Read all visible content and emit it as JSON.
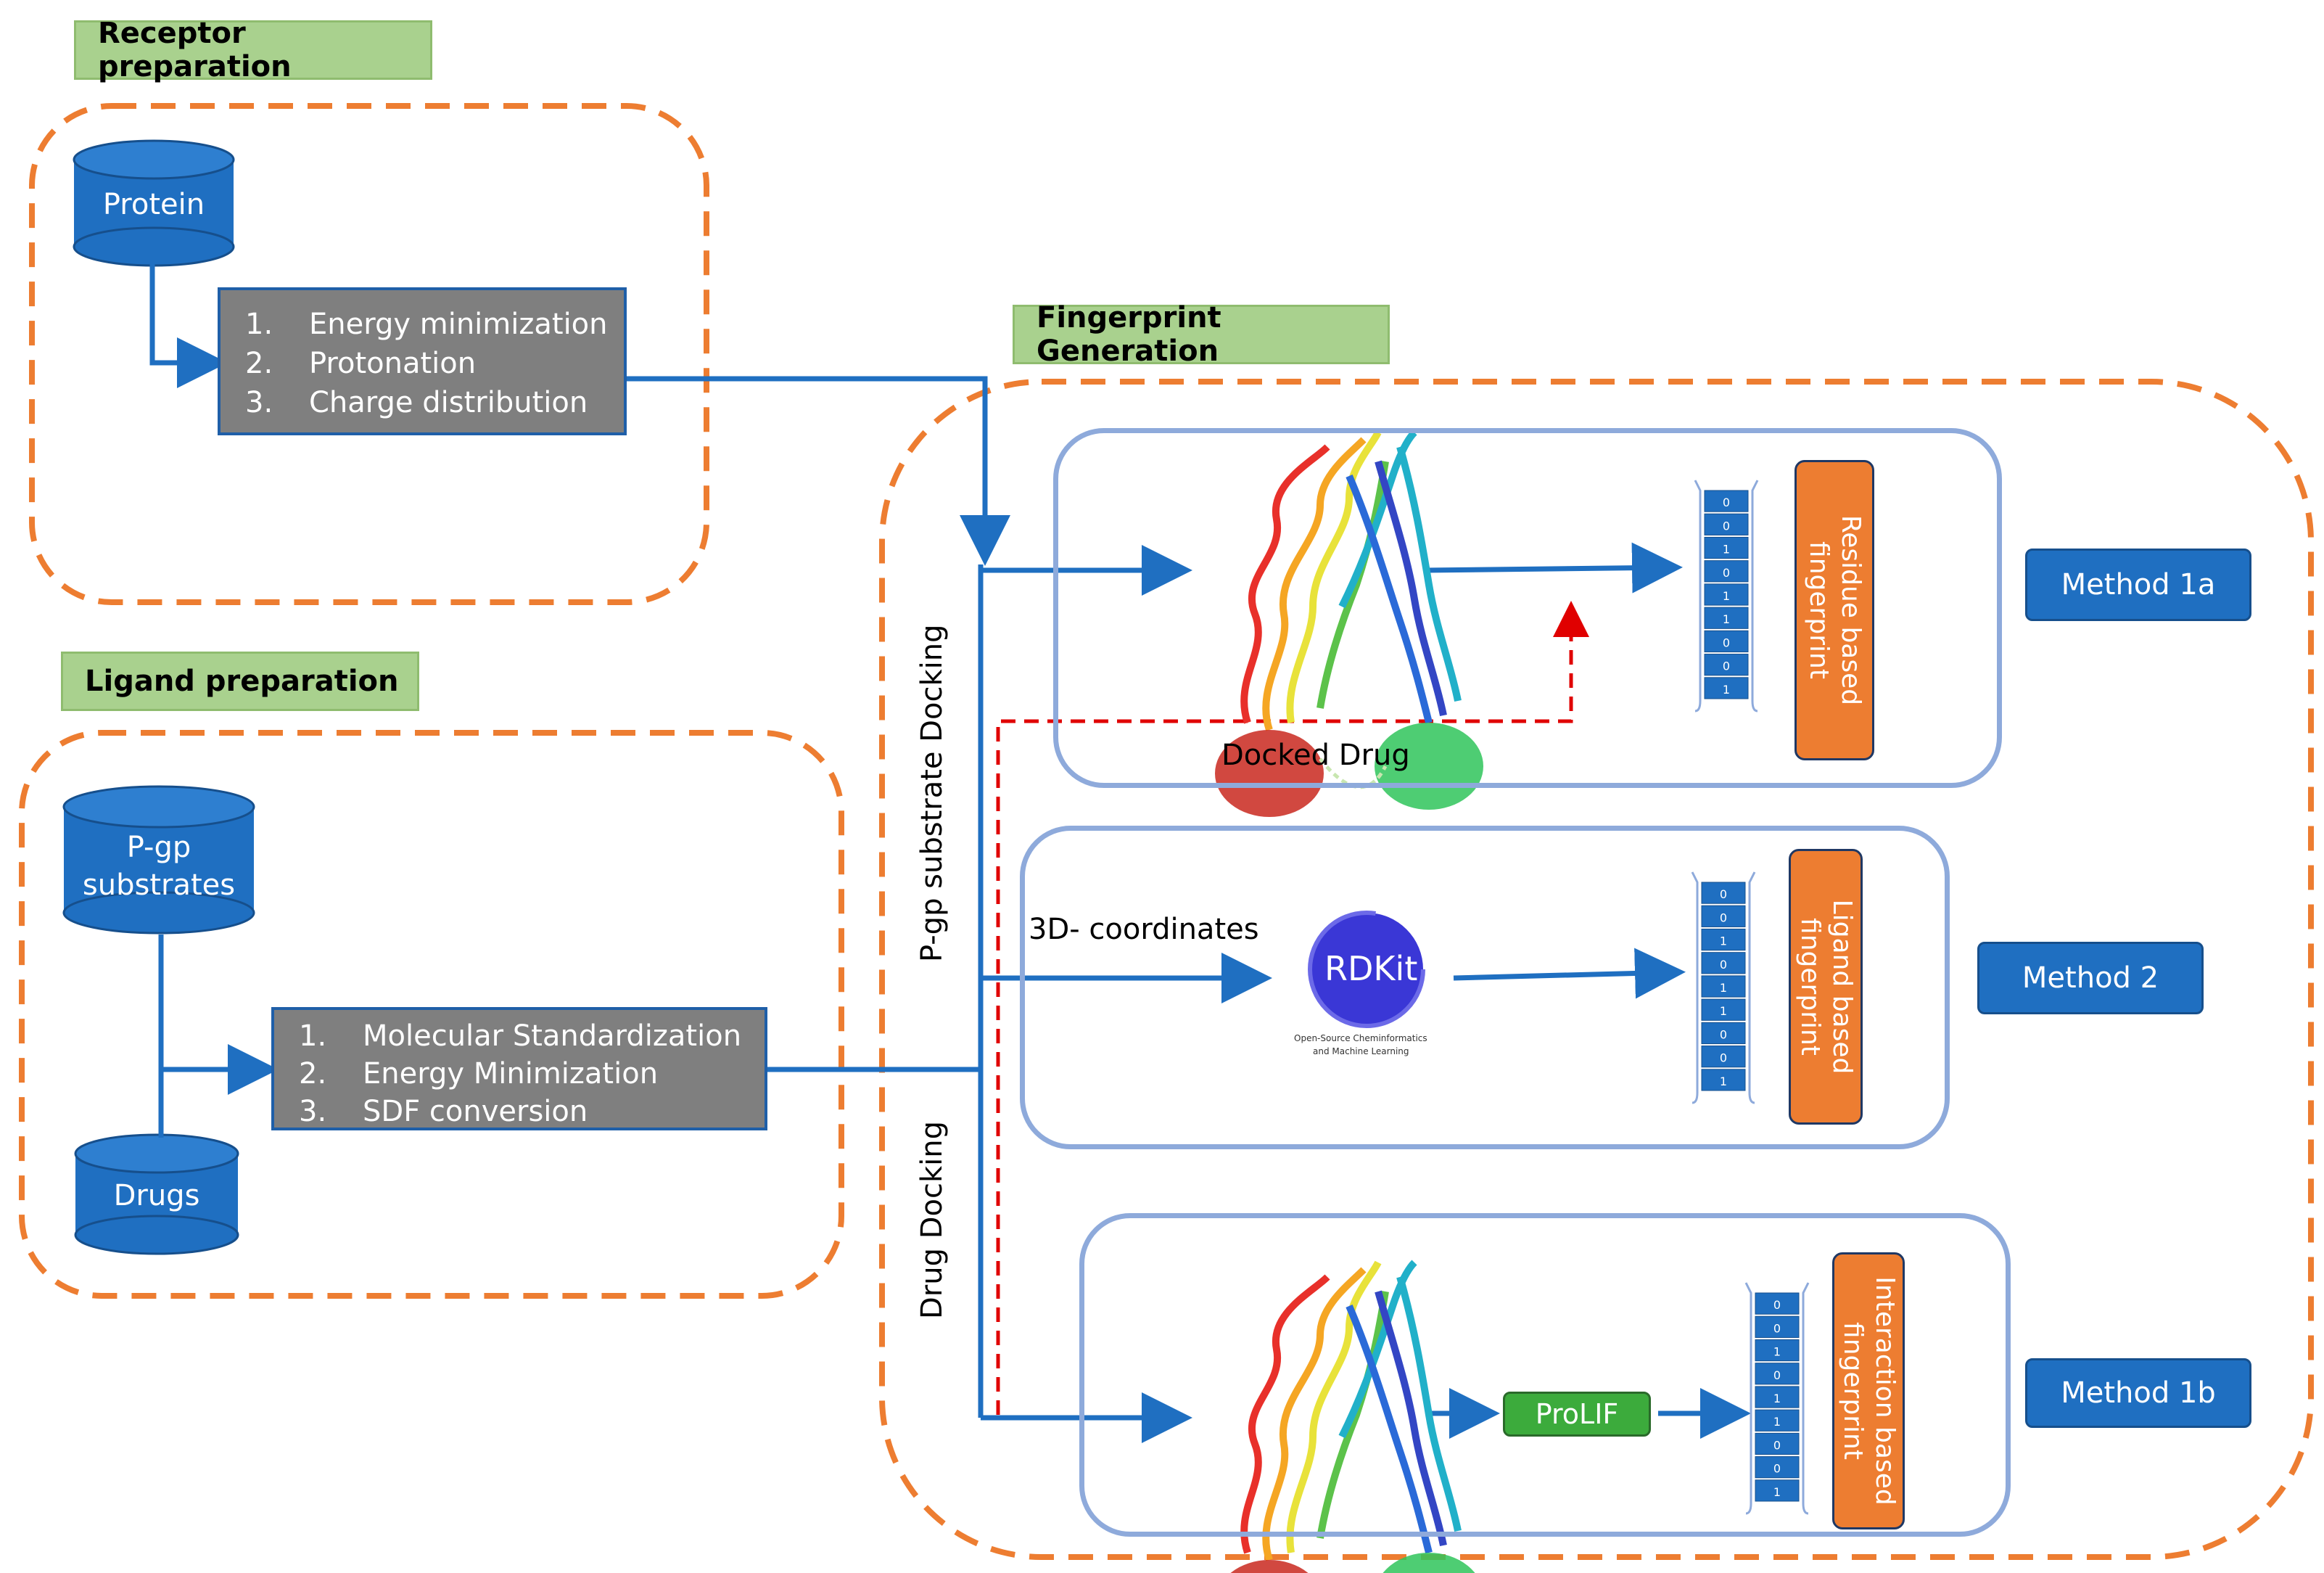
{
  "sections": {
    "receptor": "Receptor preparation",
    "ligand": "Ligand preparation",
    "fingerprint": "Fingerprint Generation"
  },
  "databases": {
    "protein": "Protein",
    "pgp_line1": "P-gp",
    "pgp_line2": "substrates",
    "drugs": "Drugs"
  },
  "receptor_steps": [
    {
      "num": "1.",
      "text": "Energy minimization"
    },
    {
      "num": "2.",
      "text": "Protonation"
    },
    {
      "num": "3.",
      "text": "Charge distribution"
    }
  ],
  "ligand_steps": [
    {
      "num": "1.",
      "text": "Molecular Standardization"
    },
    {
      "num": "2.",
      "text": "Energy Minimization"
    },
    {
      "num": "3.",
      "text": "SDF conversion"
    }
  ],
  "docking_labels": {
    "pgp": "P-gp substrate Docking",
    "drug": "Drug Docking"
  },
  "panel_labels": {
    "docked_drug": "Docked Drug",
    "coords": "3D- coordinates",
    "rdkit": "RDKit",
    "rdkit_sub1": "Open-Source Cheminformatics",
    "rdkit_sub2": "and Machine Learning",
    "prolif": "ProLIF"
  },
  "fingerprints": {
    "residue": "Residue based\nfingerprint",
    "ligand": "Ligand based\nfingerprint",
    "interaction": "Interaction based\nfingerprint"
  },
  "methods": {
    "m1a": "Method 1a",
    "m2": "Method 2",
    "m1b": "Method 1b"
  },
  "bit_vectors": {
    "residue": [
      "0",
      "0",
      "1",
      "0",
      "1",
      "1",
      "0",
      "0",
      "1"
    ],
    "ligand": [
      "0",
      "0",
      "1",
      "0",
      "1",
      "1",
      "0",
      "0",
      "1"
    ],
    "interaction": [
      "0",
      "0",
      "1",
      "0",
      "1",
      "1",
      "0",
      "0",
      "1"
    ]
  },
  "colors": {
    "orange_dash": "#ed7d31",
    "flow_arrow": "#1f6fc1",
    "red_dash": "#e00000",
    "tag_green": "#a9d18e",
    "panel_blue": "#8eaadb"
  }
}
